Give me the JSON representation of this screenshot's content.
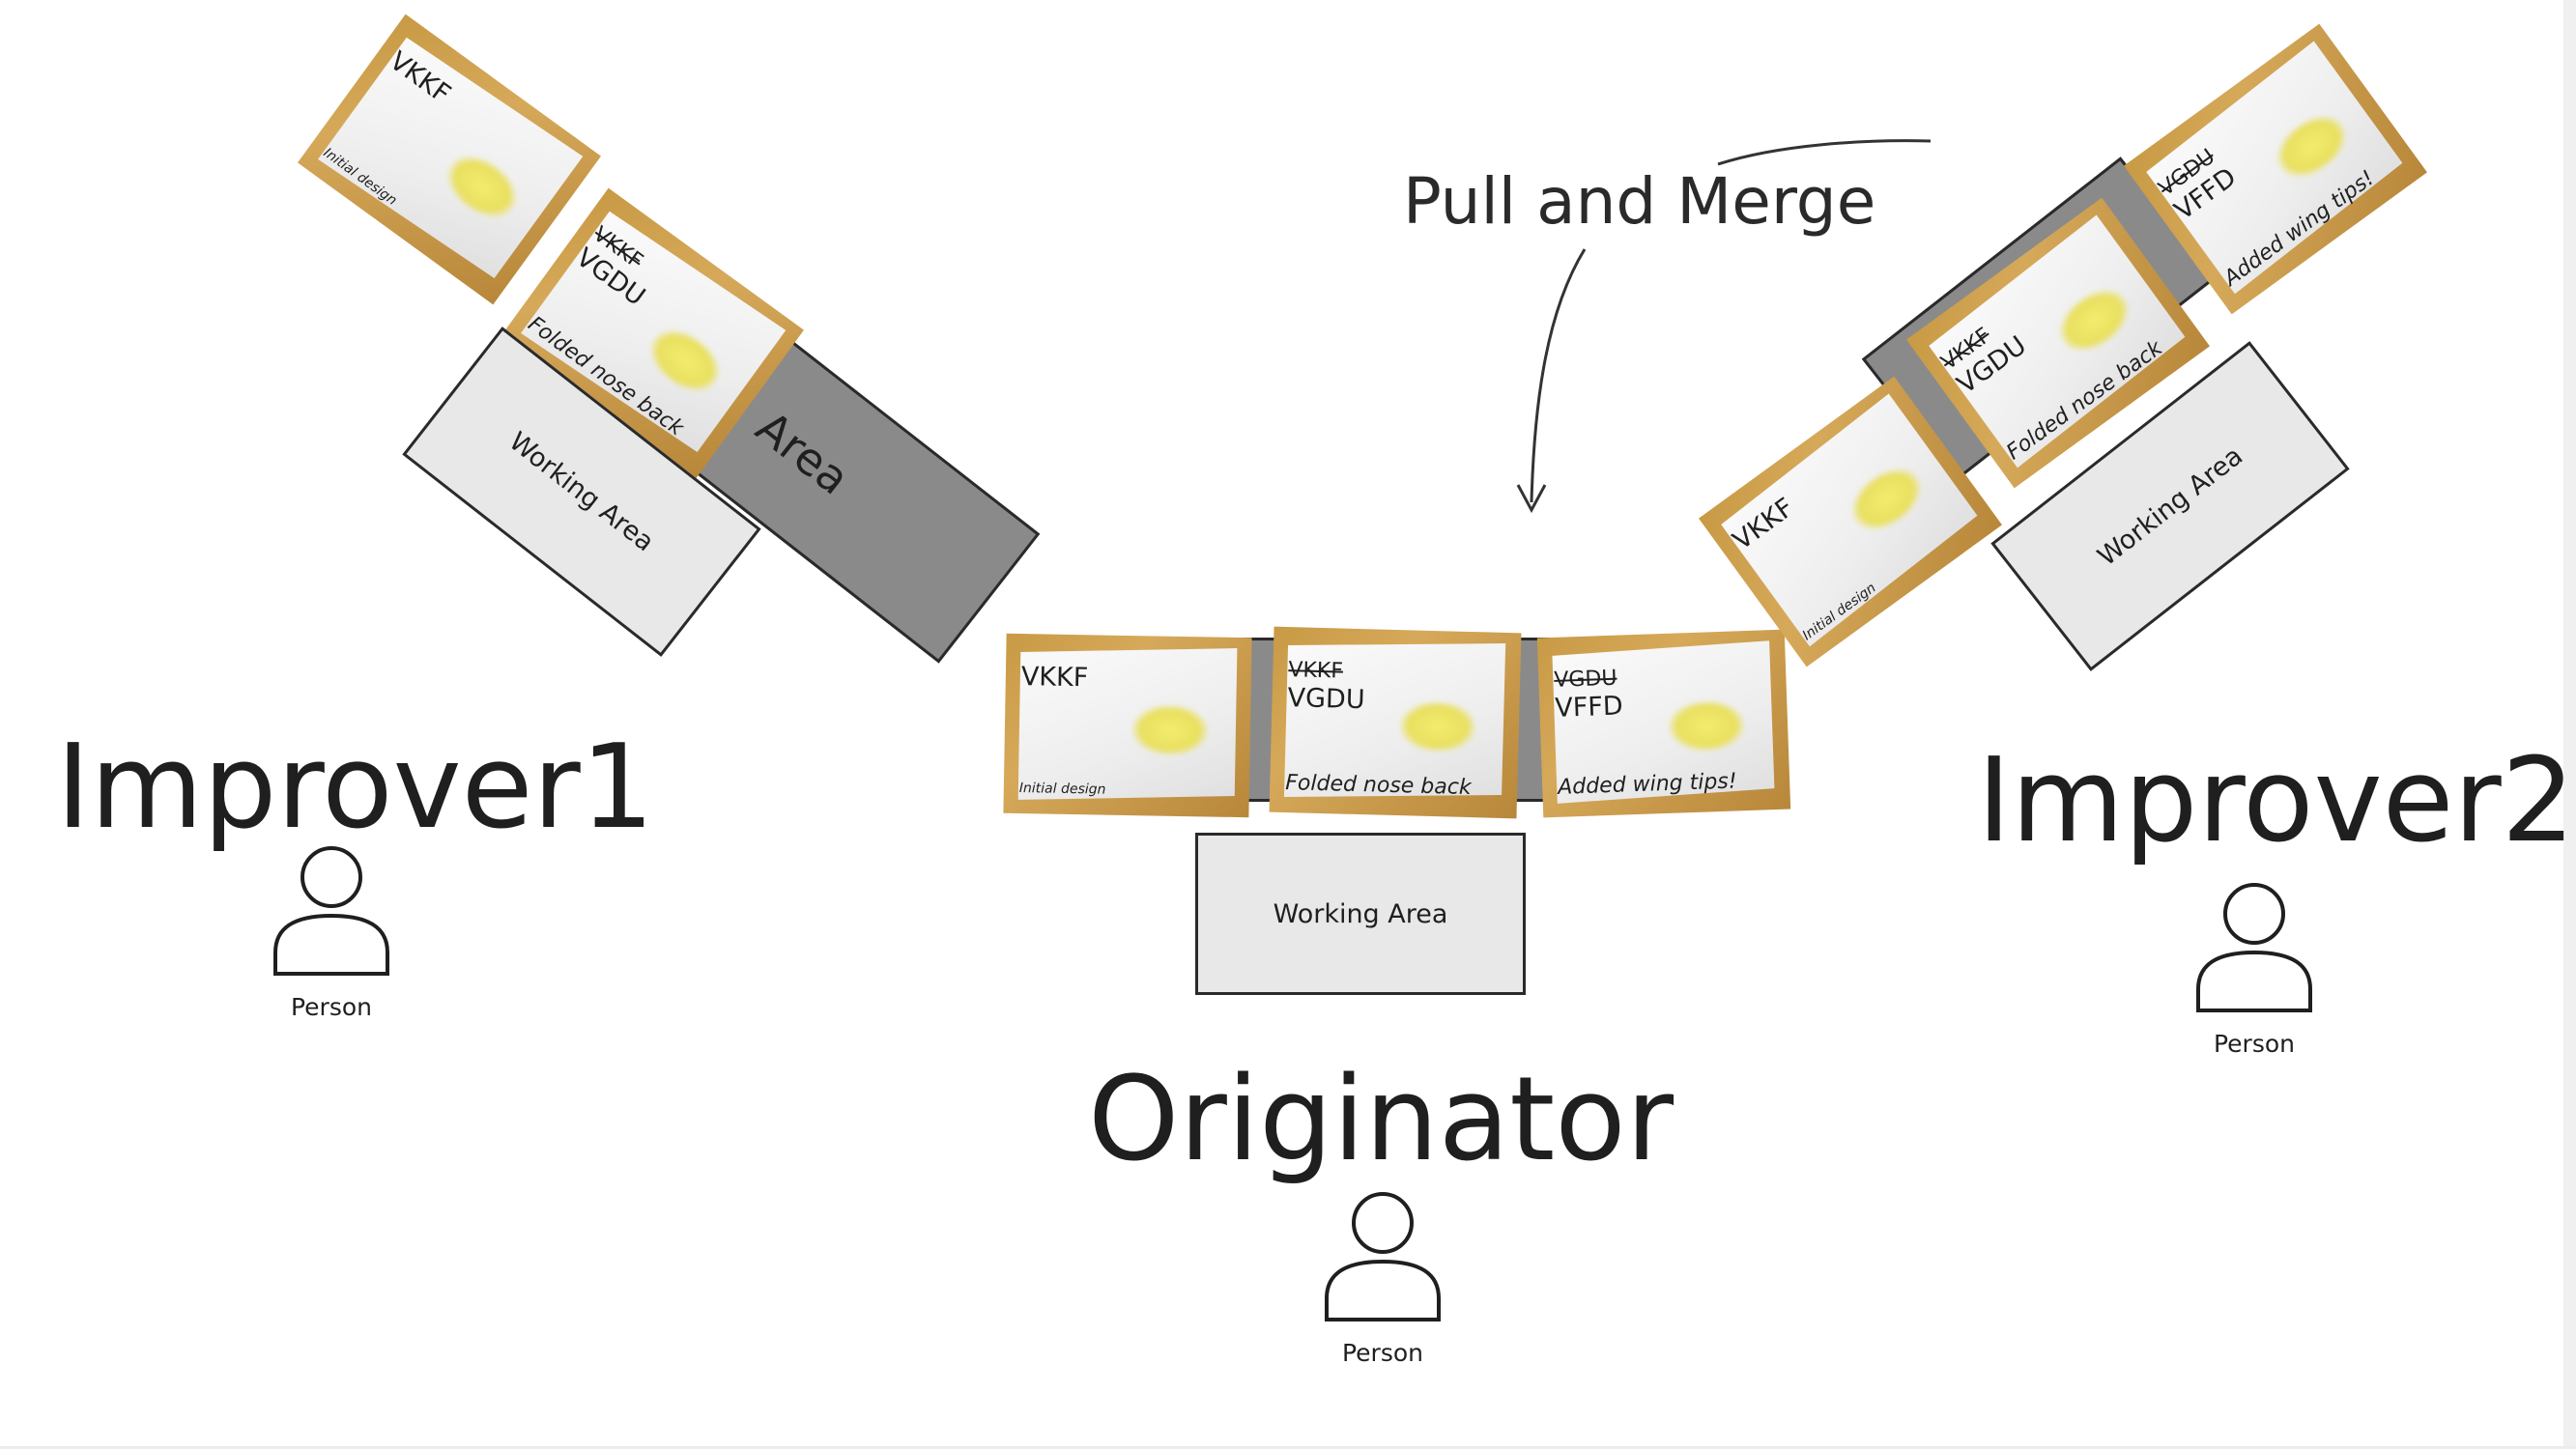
{
  "flow_label": "Pull and Merge",
  "working_area_label": "Working Area",
  "hidden_area_label": "Area",
  "roles": {
    "improver1": "Improver1",
    "improver2": "Improver2",
    "originator": "Originator"
  },
  "person_label": "Person",
  "cards": {
    "initial": {
      "code": "VKKF",
      "note": "Initial design"
    },
    "nose": {
      "old_code": "VKKF",
      "code": "VGDU",
      "note": "Folded nose back"
    },
    "wings": {
      "old_code": "VGDU",
      "code": "VFFD",
      "note": "Added wing tips!"
    }
  }
}
